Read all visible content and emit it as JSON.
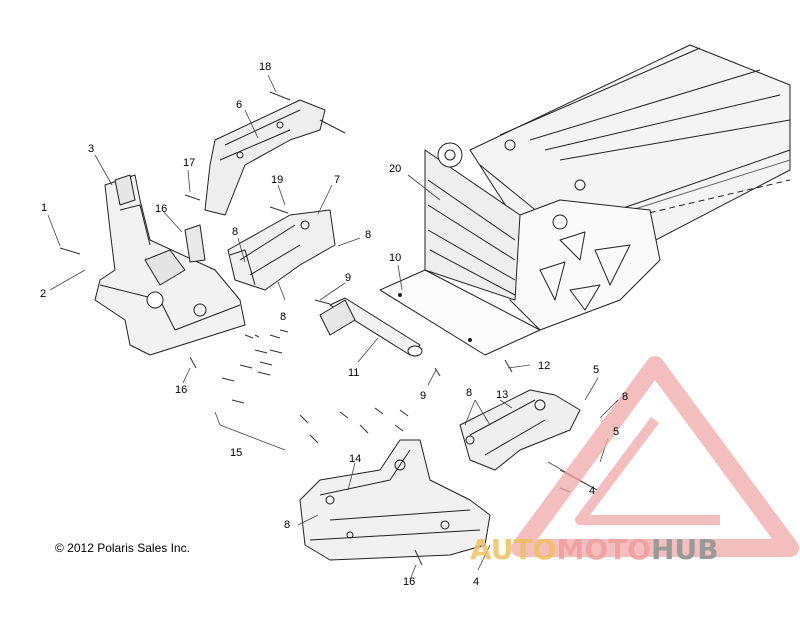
{
  "callouts": {
    "c1": "1",
    "c2": "2",
    "c3": "3",
    "c4a": "4",
    "c4b": "4",
    "c5a": "5",
    "c5b": "5",
    "c6": "6",
    "c7": "7",
    "c8a": "8",
    "c8b": "8",
    "c8c": "8",
    "c8d": "8",
    "c8e": "8",
    "c8f": "8",
    "c9a": "9",
    "c9b": "9",
    "c10": "10",
    "c11": "11",
    "c12": "12",
    "c13": "13",
    "c14": "14",
    "c15": "15",
    "c16a": "16",
    "c16b": "16",
    "c16c": "16",
    "c17": "17",
    "c18": "18",
    "c19": "19",
    "c20": "20"
  },
  "copyright": "© 2012 Polaris Sales Inc.",
  "watermark": {
    "part1": "AUTO",
    "part2": "MOTO",
    "part3": "HUB",
    "color_auto": "#f0c060",
    "color_moto": "#f0a0a0",
    "color_hub": "#9a9a9a"
  }
}
